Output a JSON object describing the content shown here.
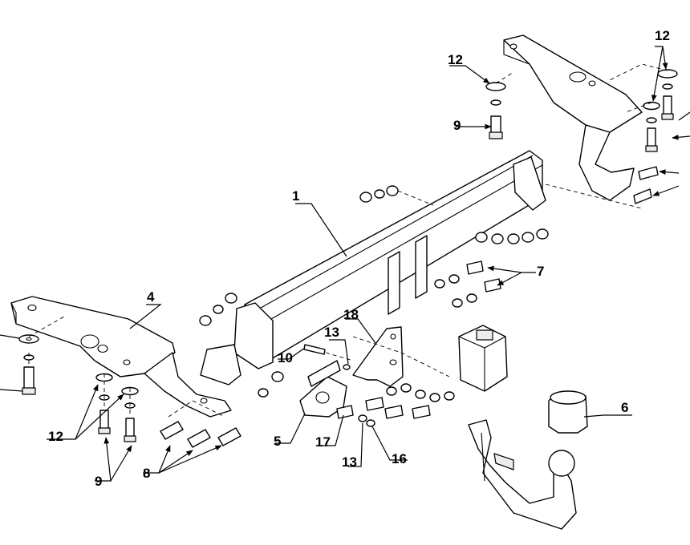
{
  "diagram": {
    "labels": {
      "p1": "1",
      "p4": "4",
      "p5": "5",
      "p6": "6",
      "p7": "7",
      "p8": "8",
      "p9_left": "9",
      "p9_right": "9",
      "p10": "10",
      "p12_left": "12",
      "p12_top": "12",
      "p12_right": "12",
      "p13_top": "13",
      "p13_bottom": "13",
      "p16": "16",
      "p17": "17",
      "p18": "18"
    }
  }
}
